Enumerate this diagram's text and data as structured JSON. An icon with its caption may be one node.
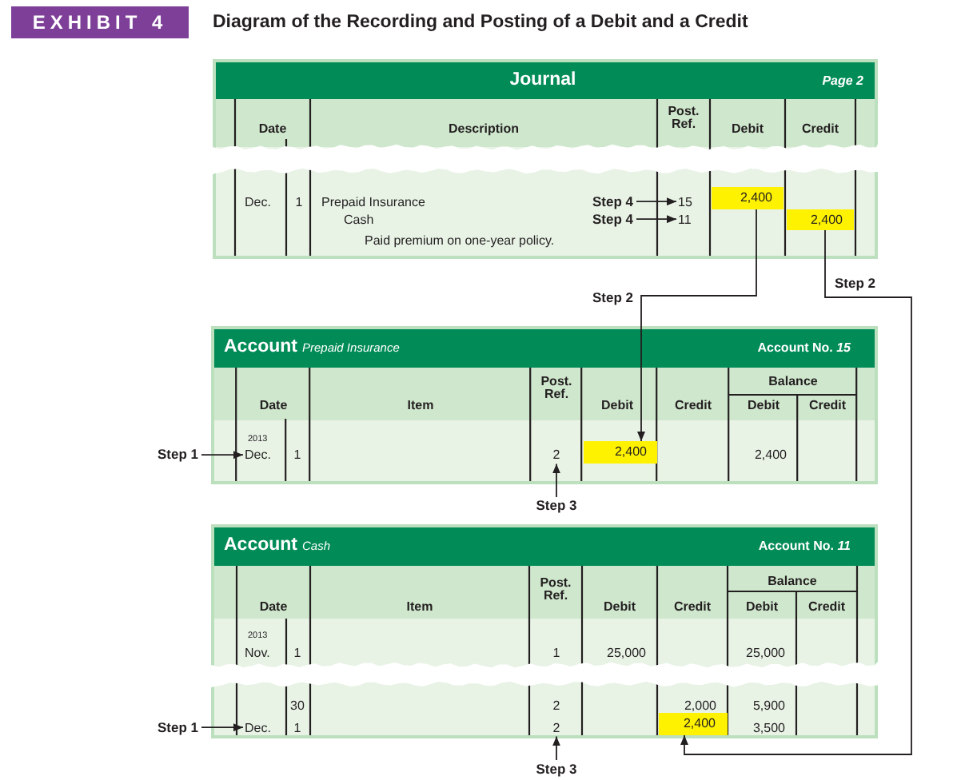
{
  "diagram": {
    "title": "Diagram of the Recording and Posting of a Debit and a Credit",
    "nodes": [
      {
        "text": [
          "Journal",
          "Page 2"
        ]
      },
      {
        "text": [
          "Step 4"
        ],
        "in": 0
      },
      {
        "text": [
          "15"
        ],
        "in": 0
      },
      {
        "text": [
          "2,400"
        ],
        "in": 0
      },
      {
        "text": [
          "Step 4"
        ],
        "in": 0
      },
      {
        "text": [
          "11"
        ],
        "in": 0
      },
      {
        "text": [
          "2,400"
        ],
        "in": 0
      },
      {
        "text": [
          "Account",
          "Prepaid Insurance",
          "Account No. *15*"
        ]
      },
      {
        "text": [
          "Step 1"
        ]
      },
      {
        "text": [
          "Dec."
        ],
        "in": 7
      },
      {
        "text": [
          "2"
        ],
        "in": 7
      },
      {
        "text": [
          "2,400"
        ],
        "in": 7
      },
      {
        "text": [
          "Step 3"
        ]
      },
      {
        "text": [
          "Account",
          "Cash",
          "Account No. *11*"
        ]
      },
      {
        "text": [
          "Step 1"
        ]
      },
      {
        "text": [
          "Dec."
        ],
        "in": 13
      },
      {
        "text": [
          "2"
        ],
        "in": 13
      },
      {
        "text": [
          "2,400"
        ],
        "in": 13
      },
      {
        "text": [
          "Step 3"
        ]
      }
    ],
    "edges": [
      {
        "from": 1,
        "to": 2,
        "arrow": "to"
      },
      {
        "from": 4,
        "to": 5,
        "arrow": "to"
      },
      {
        "from": 3,
        "to": 11,
        "arrow": "to",
        "label": "Step 2"
      },
      {
        "from": 6,
        "to": 17,
        "arrow": "to",
        "label": "Step 2"
      },
      {
        "from": 8,
        "to": 9,
        "arrow": "to"
      },
      {
        "from": 12,
        "to": 10,
        "arrow": "to"
      },
      {
        "from": 14,
        "to": 15,
        "arrow": "to"
      },
      {
        "from": 18,
        "to": 16,
        "arrow": "to"
      }
    ],
    "labels": [
      "EXHIBIT 4",
      "Date",
      "Description",
      "Post. Ref.",
      "Debit",
      "Credit",
      "Dec.",
      "1",
      "Prepaid Insurance",
      "Cash",
      "Paid premium on one-year policy.",
      "Date",
      "Item",
      "Post. Ref.",
      "Debit",
      "Credit",
      "Balance",
      "Debit",
      "Credit",
      "2013",
      "1",
      "2,400",
      "Date",
      "Item",
      "Post. Ref.",
      "Debit",
      "Credit",
      "Balance",
      "Debit",
      "Credit",
      "2013",
      "Nov.",
      "1",
      "1",
      "25,000",
      "25,000",
      "30",
      "2",
      "2,000",
      "5,900",
      "1",
      "3,500"
    ]
  }
}
